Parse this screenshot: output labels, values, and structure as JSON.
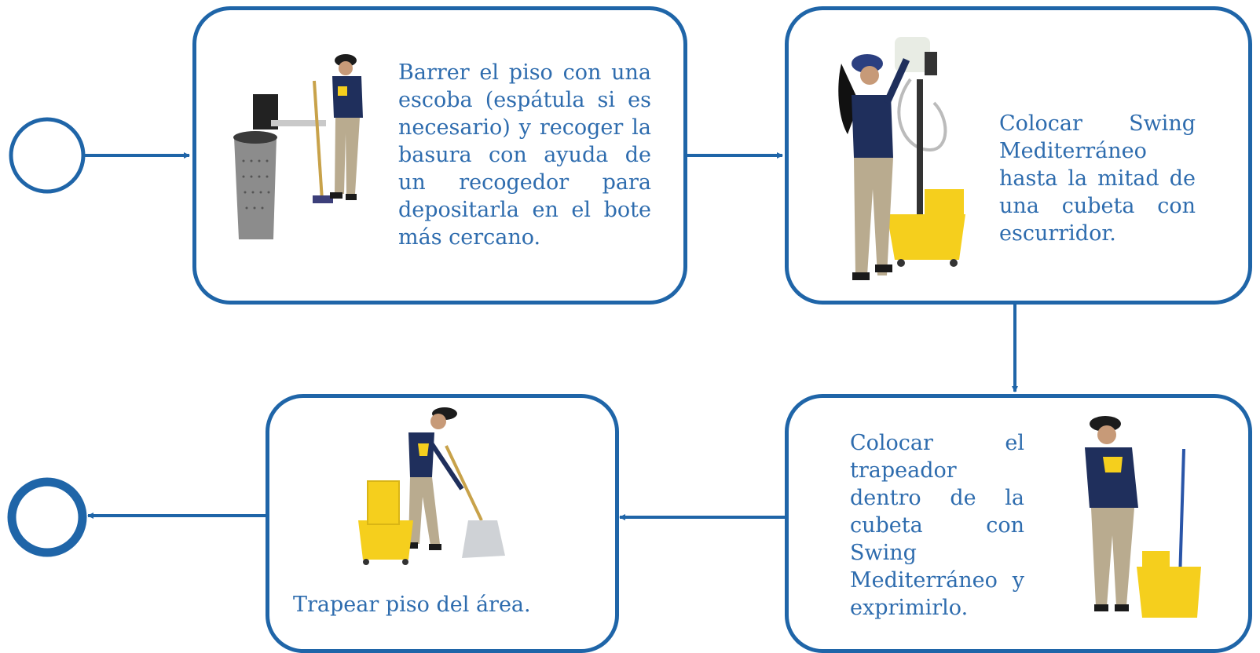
{
  "colors": {
    "line": "#1f65a8",
    "text": "#2e6cae",
    "mop_yellow": "#f5cf1d",
    "uniform_navy": "#1f2f5c"
  },
  "start_event": {
    "icon": "start-event-circle"
  },
  "end_event": {
    "icon": "end-event-circle"
  },
  "steps": [
    {
      "text": "Barrer el piso con una escoba (espátula si es necesario) y recoger la basura con ayuda de un recogedor para depositarla en el bote más cercano.",
      "illustration": "worker-sweeping-next-to-trash-can"
    },
    {
      "text": "Colocar Swing Mediterráneo hasta la mitad de una cubeta con escurridor.",
      "illustration": "worker-filling-bucket-from-dispenser"
    },
    {
      "text": "Colocar el trapeador dentro de la cubeta con Swing Mediterráneo y exprimirlo.",
      "illustration": "worker-wringing-mop-in-bucket"
    },
    {
      "text": "Trapear piso del área.",
      "illustration": "worker-mopping-floor"
    }
  ]
}
